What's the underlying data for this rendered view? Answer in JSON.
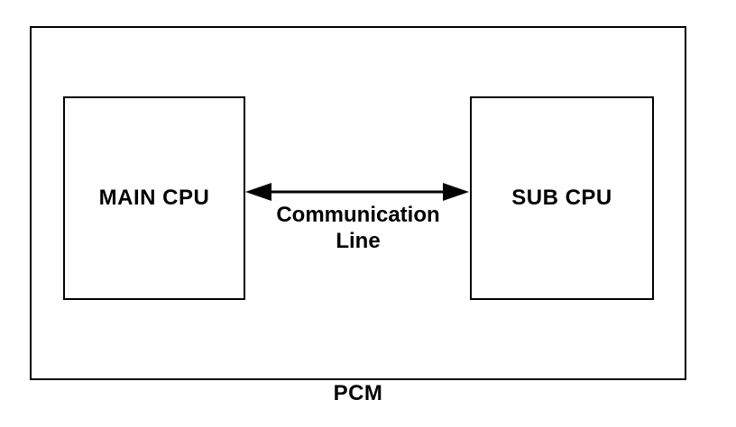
{
  "diagram": {
    "container_label": "PCM",
    "nodes": [
      {
        "id": "main-cpu",
        "label": "MAIN CPU"
      },
      {
        "id": "sub-cpu",
        "label": "SUB CPU"
      }
    ],
    "connection": {
      "type": "bidirectional-arrow",
      "from": "main-cpu",
      "to": "sub-cpu",
      "label_line1": "Communication",
      "label_line2": "Line"
    },
    "colors": {
      "line": "#000000",
      "text": "#000000",
      "background": "#ffffff"
    }
  }
}
